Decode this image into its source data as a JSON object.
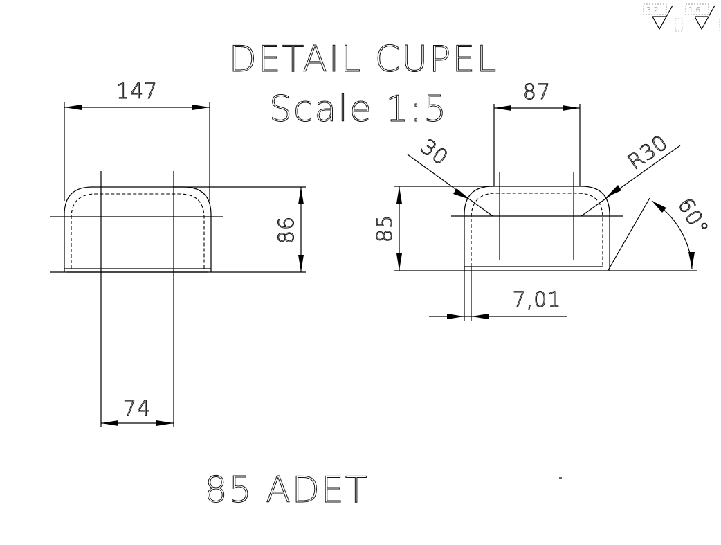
{
  "title": "DETAIL CUPEL",
  "scale": "Scale 1:5",
  "quantity": "85 ADET",
  "surface_symbols": [
    "3.2",
    "1.6"
  ],
  "left_view": {
    "width": "147",
    "height": "86",
    "center_spacing": "74"
  },
  "right_view": {
    "width": "87",
    "height": "85",
    "radius_left": "30",
    "radius_right": "R30",
    "angle": "60°",
    "wall": "7,01"
  }
}
